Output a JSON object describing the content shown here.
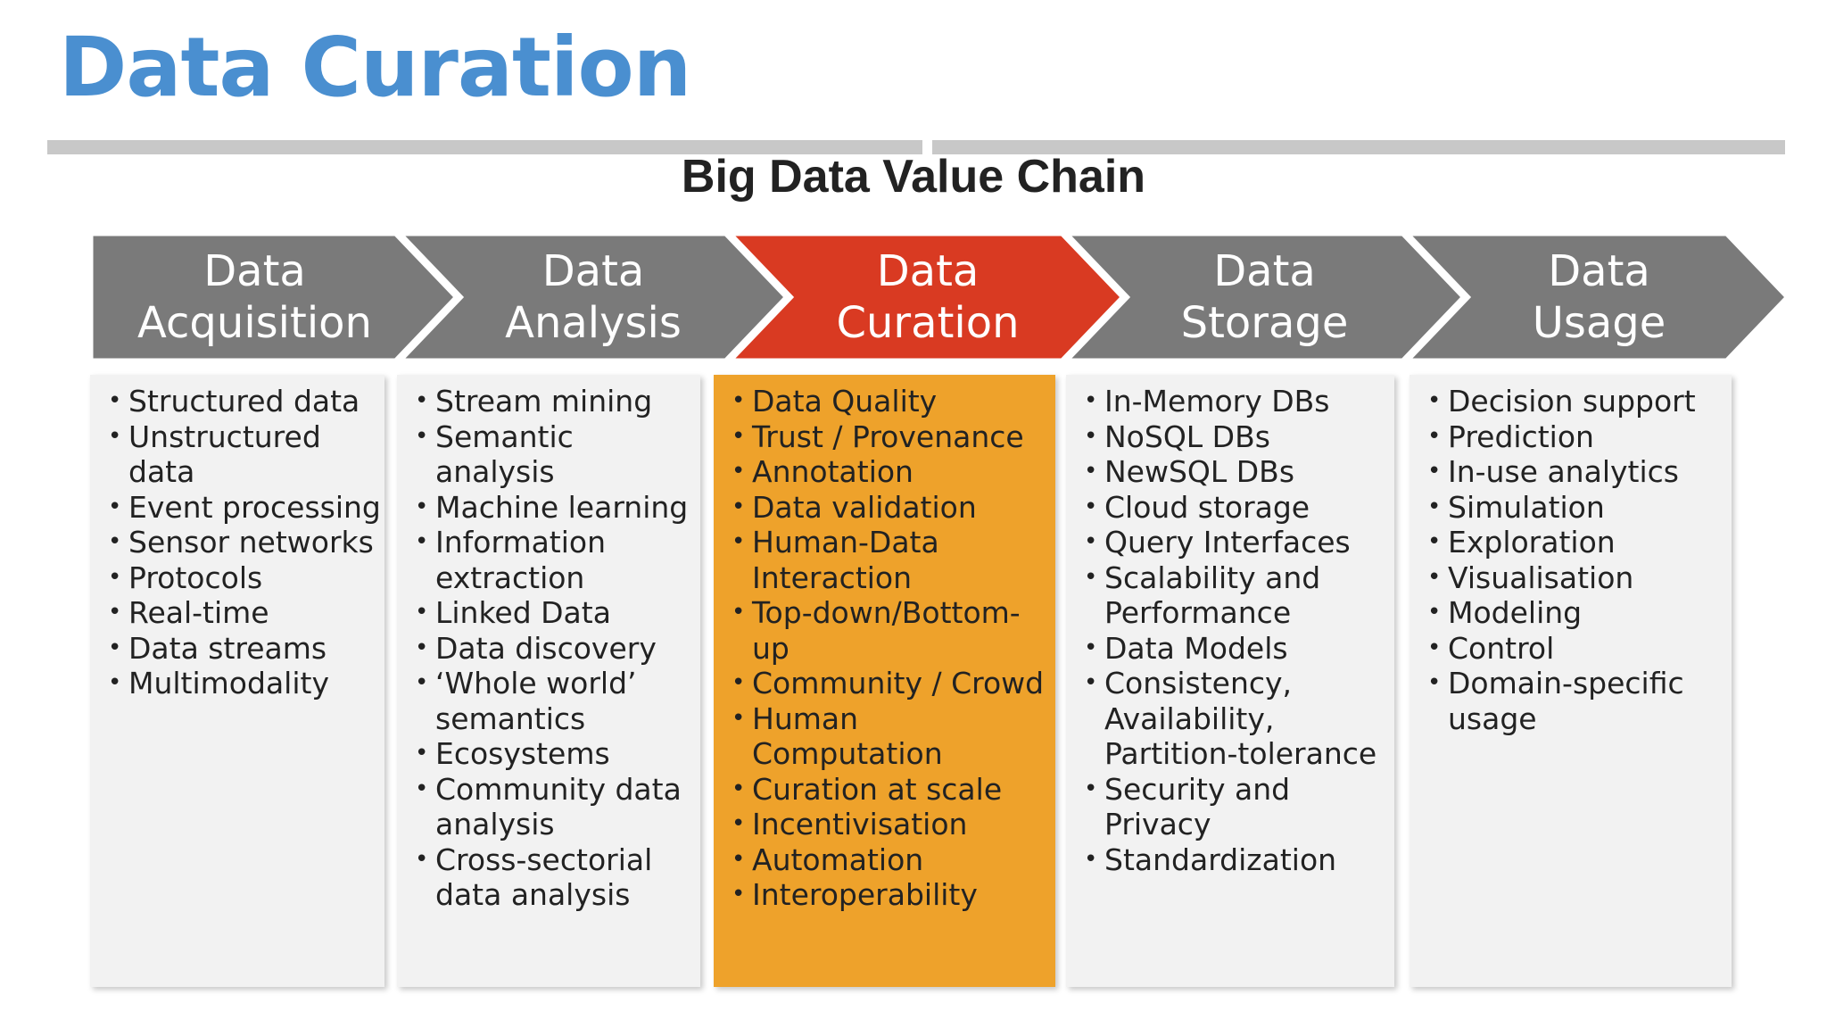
{
  "slide_title": "Data Curation",
  "chain_title": "Big Data Value Chain",
  "colors": {
    "title_blue": "#4a8fd0",
    "chevron_gray": "#7a7a7a",
    "chevron_highlight": "#d93a22",
    "column_bg": "#f2f2f2",
    "column_highlight": "#eea22b"
  },
  "stages": [
    {
      "label": "Data\nAcquisition",
      "items": [
        "Structured data",
        "Unstructured data",
        "Event processing",
        "Sensor networks",
        "Protocols",
        "Real-time",
        "Data streams",
        "Multimodality"
      ]
    },
    {
      "label": "Data\nAnalysis",
      "items": [
        "Stream mining",
        "Semantic analysis",
        "Machine learning",
        "Information extraction",
        "Linked Data",
        "Data discovery",
        "‘Whole world’ semantics",
        "Ecosystems",
        "Community data analysis",
        "Cross-sectorial data analysis"
      ]
    },
    {
      "label": "Data\nCuration",
      "items": [
        "Data Quality",
        "Trust / Provenance",
        "Annotation",
        "Data validation",
        "Human-Data Interaction",
        "Top-down/Bottom-up",
        "Community / Crowd",
        "Human Computation",
        "Curation at scale",
        "Incentivisation",
        "Automation",
        "Interoperability"
      ]
    },
    {
      "label": "Data\nStorage",
      "items": [
        "In-Memory DBs",
        "NoSQL DBs",
        "NewSQL DBs",
        "Cloud storage",
        "Query Interfaces",
        "Scalability and Performance",
        "Data Models",
        "Consistency, Availability, Partition-tolerance",
        "Security and Privacy",
        "Standardization"
      ]
    },
    {
      "label": "Data\nUsage",
      "items": [
        "Decision support",
        "Prediction",
        "In-use analytics",
        "Simulation",
        "Exploration",
        "Visualisation",
        "Modeling",
        "Control",
        "Domain-specific usage"
      ]
    }
  ]
}
